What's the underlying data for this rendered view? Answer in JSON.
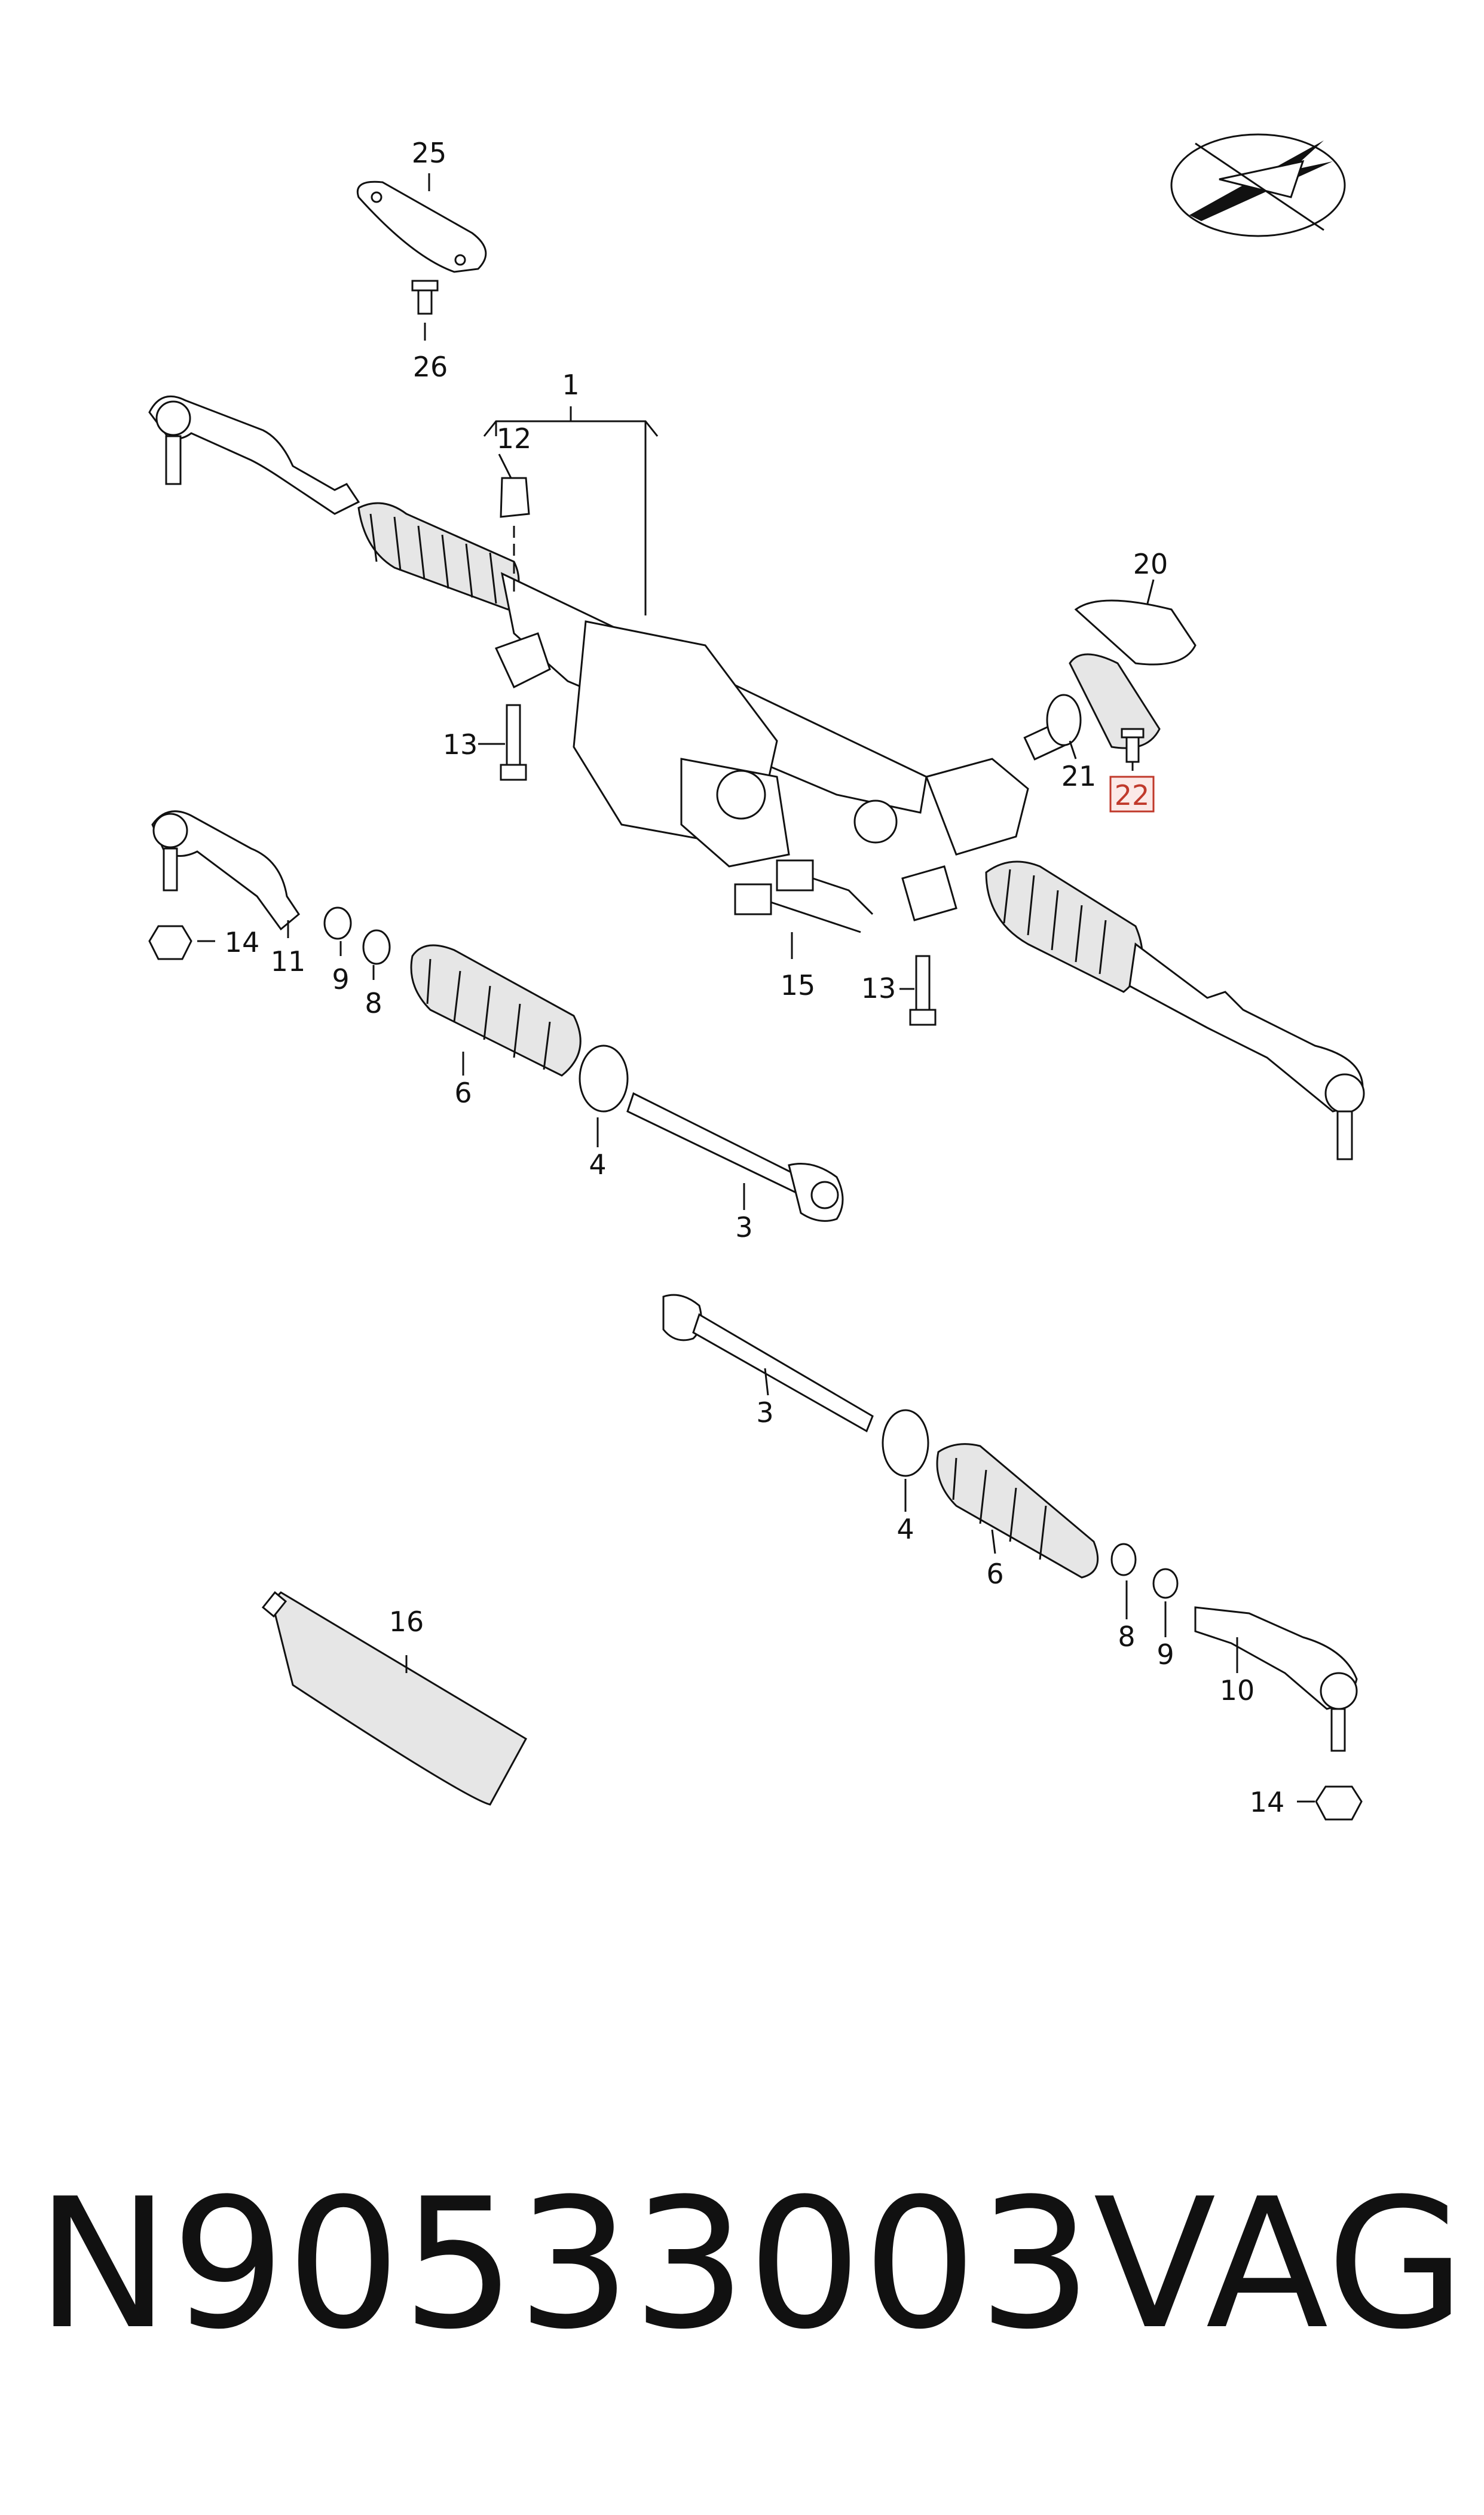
{
  "callouts": {
    "c25": "25",
    "c26": "26",
    "c1": "1",
    "c12": "12",
    "c20": "20",
    "c13a": "13",
    "c13b": "13",
    "c21": "21",
    "c22": "22",
    "c14a": "14",
    "c11": "11",
    "c9a": "9",
    "c8a": "8",
    "c15": "15",
    "c6a": "6",
    "c4a": "4",
    "c3a": "3",
    "c3b": "3",
    "c4b": "4",
    "c6b": "6",
    "c16": "16",
    "c8b": "8",
    "c9b": "9",
    "c10": "10",
    "c14b": "14"
  },
  "highlight_color": "#c0392b",
  "footer": {
    "part_number": "N90533003",
    "brand": "VAG"
  }
}
